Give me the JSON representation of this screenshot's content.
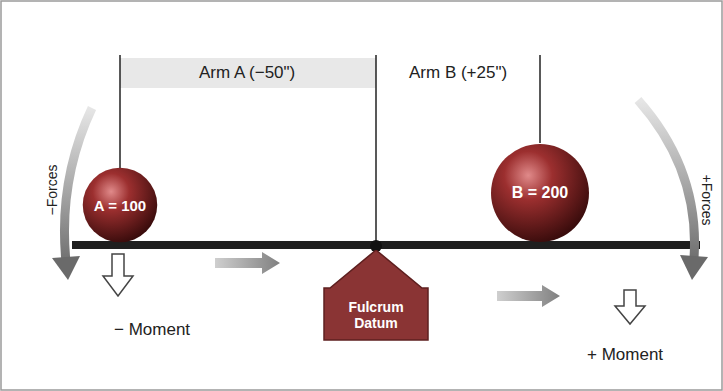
{
  "diagram": {
    "nodes": [
      {
        "text": [
          "A = 100"
        ]
      },
      {
        "text": [
          "B = 200"
        ]
      },
      {
        "text": [
          "Fulcrum Datum"
        ]
      }
    ],
    "labels": [
      "Arm A (−50\")",
      "Arm B (+25\")",
      "− Moment",
      "+ Moment",
      "−Forces",
      "+Forces"
    ]
  }
}
